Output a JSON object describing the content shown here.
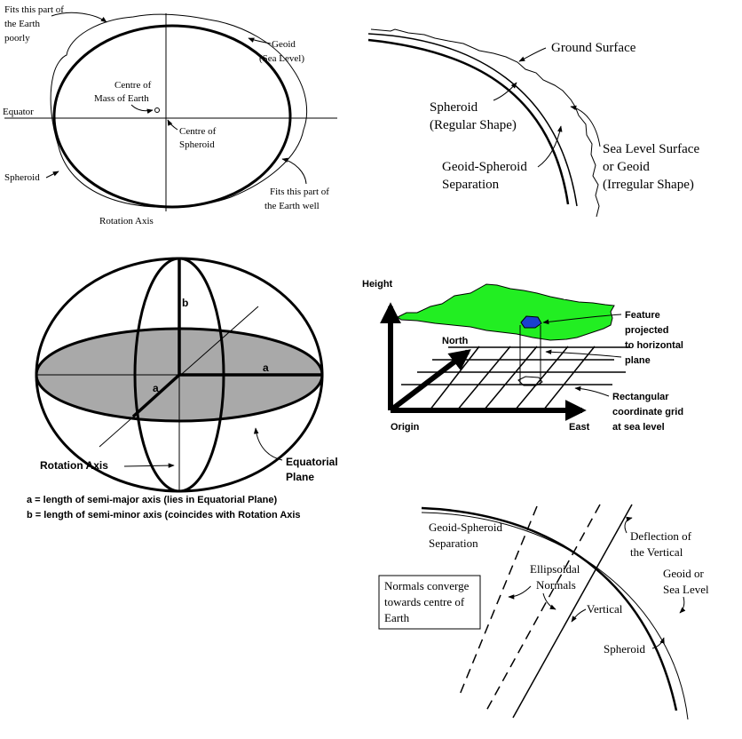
{
  "panel1": {
    "fits_poorly": [
      "Fits this part of",
      "the Earth",
      "poorly"
    ],
    "geoid": [
      "Geoid",
      "(Sea Level)"
    ],
    "centre_mass": [
      "Centre of",
      "Mass of Earth"
    ],
    "equator": "Equator",
    "centre_spheroid": [
      "Centre of",
      "Spheroid"
    ],
    "spheroid": "Spheroid",
    "fits_well": [
      "Fits this part of",
      "the Earth well"
    ],
    "rotation_axis": "Rotation Axis"
  },
  "panel2": {
    "ground_surface": "Ground Surface",
    "spheroid": [
      "Spheroid",
      "(Regular Shape)"
    ],
    "sea_level": [
      "Sea Level Surface",
      "or Geoid",
      "(Irregular Shape)"
    ],
    "separation": [
      "Geoid-Spheroid",
      "Separation"
    ]
  },
  "panel3": {
    "b": "b",
    "a_major": "a",
    "a_minor": "a",
    "rotation_axis": "Rotation Axis",
    "equatorial_plane": [
      "Equatorial",
      "Plane"
    ],
    "def_a": "a = length of semi-major axis (lies in Equatorial Plane)",
    "def_b": "b = length of semi-minor axis (coincides with Rotation Axis"
  },
  "panel4": {
    "height": "Height",
    "north": "North",
    "origin": "Origin",
    "east": "East",
    "feature": [
      "Feature",
      "projected",
      "to horizontal",
      "plane"
    ],
    "grid": [
      "Rectangular",
      "coordinate grid",
      "at sea level"
    ],
    "surface_color": "#22ee22",
    "feature_color": "#1a3fd1"
  },
  "panel5": {
    "separation": [
      "Geoid-Spheroid",
      "Separation"
    ],
    "deflection": [
      "Deflection of",
      "the Vertical"
    ],
    "ellipsoidal": [
      "Ellipsoidal",
      "Normals"
    ],
    "geoid": [
      "Geoid or",
      "Sea Level"
    ],
    "vertical": "Vertical",
    "spheroid": "Spheroid",
    "box": [
      "Normals converge",
      "towards centre of",
      "Earth"
    ]
  }
}
